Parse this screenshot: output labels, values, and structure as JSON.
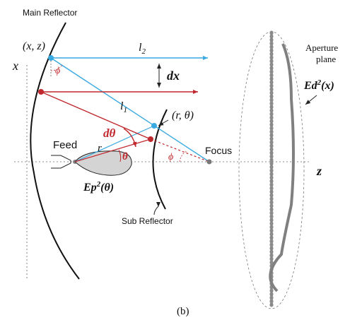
{
  "labels": {
    "main_reflector": "Main Reflector",
    "sub_reflector": "Sub Reflector",
    "aperture_plane_line1": "Aperture",
    "aperture_plane_line2": "plane",
    "feed": "Feed",
    "focus": "Focus",
    "point_xz": "(x, z)",
    "point_r_theta": "(r, θ)",
    "x_axis": "x",
    "z_axis": "z",
    "l2": "l",
    "l2_sub": "2",
    "l1": "l",
    "l1_sub": "1",
    "dx": "dx",
    "phi_upper": "ϕ",
    "phi_lower": "ϕ",
    "d_theta": "dθ",
    "r": "r",
    "theta": "θ",
    "ep_base": "Ep",
    "ep_sup": "2",
    "ep_arg": "(θ)",
    "ed_base": "Ed",
    "ed_sup": "2",
    "ed_arg": "(x)",
    "caption": "(b)"
  },
  "colors": {
    "ray_blue": "#3aa9e0",
    "ray_red": "#c0282d",
    "point_red": "#c0282d",
    "point_blue": "#3aa9e0",
    "reflector": "#111111",
    "lens_gray": "#8a8a8a",
    "feed_pattern_fill": "#d4d4d4",
    "aperture_curve": "#808080",
    "axis": "#444444"
  }
}
